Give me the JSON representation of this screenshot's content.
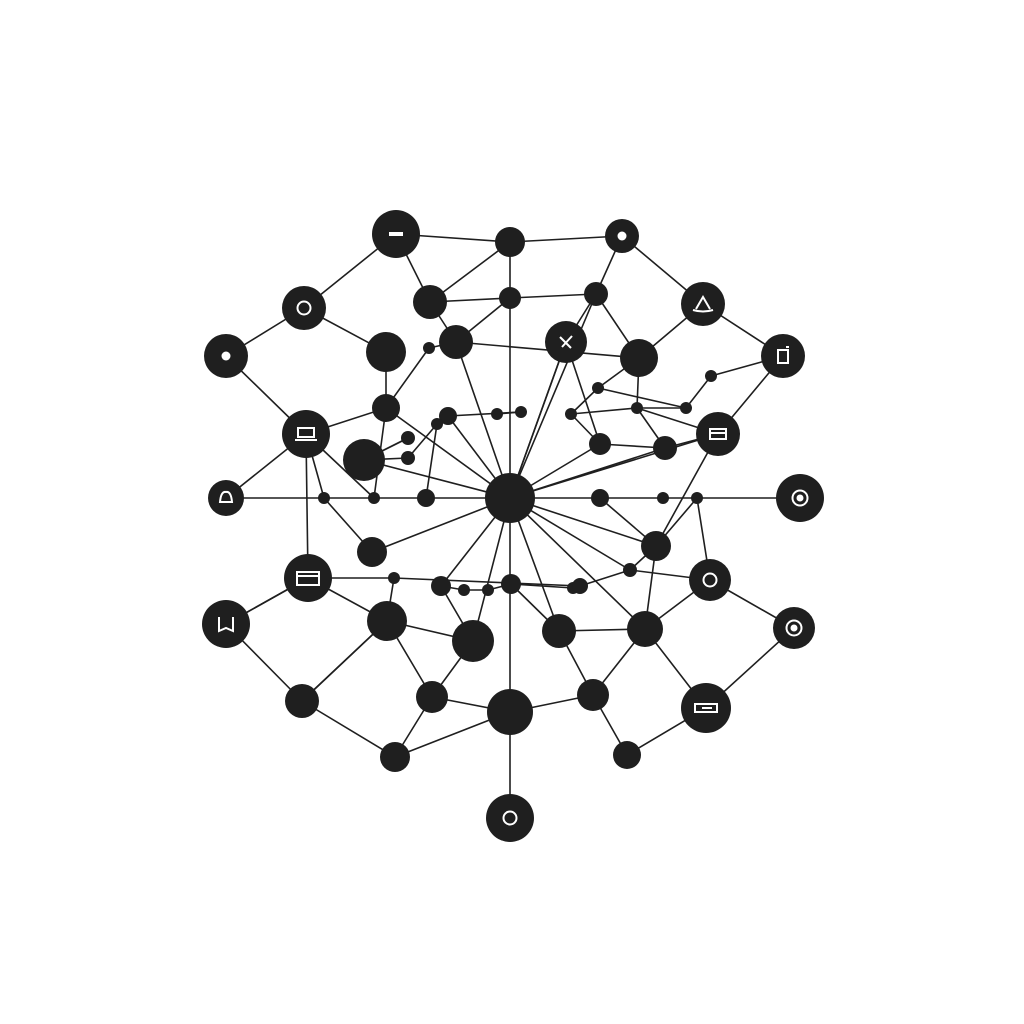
{
  "diagram": {
    "type": "network-graph",
    "background": "#ffffff",
    "ink": "#1f1f1f",
    "icon_ink": "#ffffff",
    "nodes": [
      {
        "id": "hub",
        "icon": "none"
      },
      {
        "id": "top-center",
        "icon": "none"
      },
      {
        "id": "bottom-center",
        "icon": "ring-icon"
      },
      {
        "id": "left-end",
        "icon": "bell-icon"
      },
      {
        "id": "right-end",
        "icon": "record-icon"
      },
      {
        "id": "top-left",
        "icon": "minus-icon"
      },
      {
        "id": "top-right",
        "icon": "dot-icon"
      },
      {
        "id": "upper-left",
        "icon": "ring-icon"
      },
      {
        "id": "upper-right",
        "icon": "triangle-icon"
      },
      {
        "id": "far-left",
        "icon": "dot-icon"
      },
      {
        "id": "far-right",
        "icon": "phone-icon"
      },
      {
        "id": "mid-left",
        "icon": "laptop-icon"
      },
      {
        "id": "mid-right",
        "icon": "card-icon"
      },
      {
        "id": "center-upper-right",
        "icon": "tools-icon"
      },
      {
        "id": "lower-left",
        "icon": "monitor-icon"
      },
      {
        "id": "lower-right",
        "icon": "ring-icon"
      },
      {
        "id": "bottom-far-left",
        "icon": "book-icon"
      },
      {
        "id": "bottom-far-right",
        "icon": "record-icon"
      },
      {
        "id": "bottom-right",
        "icon": "drive-icon"
      }
    ],
    "edge_count": 70
  }
}
